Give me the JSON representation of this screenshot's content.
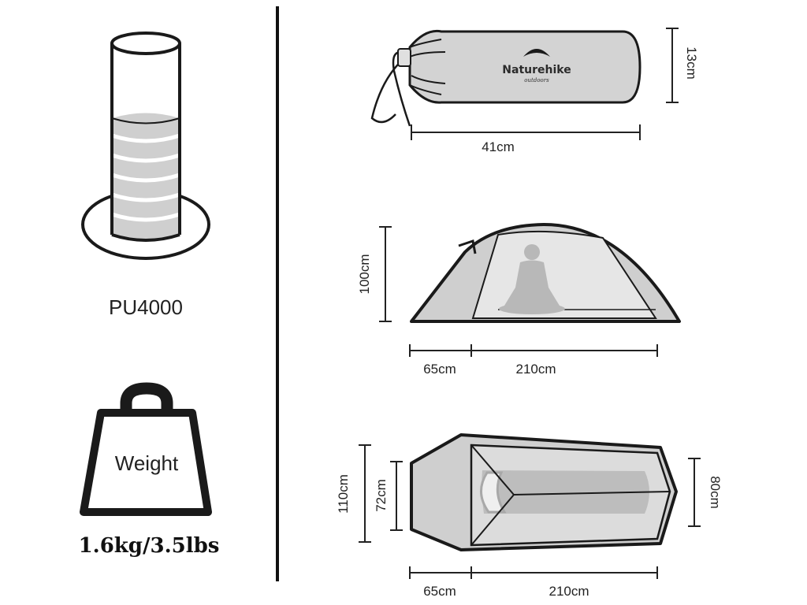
{
  "left_panel": {
    "waterproof": {
      "label": "PU4000",
      "icon": "water-column-icon"
    },
    "weight": {
      "icon_label": "Weight",
      "value": "1.6kg/3.5lbs",
      "icon": "weight-icon"
    }
  },
  "packed_bag": {
    "brand": "Naturehike",
    "brand_sub": "outdoors",
    "length": "41cm",
    "diameter": "13cm"
  },
  "side_view": {
    "height": "100cm",
    "vestibule_length": "65cm",
    "inner_length": "210cm"
  },
  "top_view": {
    "outer_width": "110cm",
    "head_inner_width": "72cm",
    "foot_width": "80cm",
    "vestibule_length": "65cm",
    "inner_length": "210cm"
  },
  "colors": {
    "fill_gray": "#cfcfcf",
    "inner_gray": "#bdbdbd",
    "outline": "#1a1a1a"
  }
}
